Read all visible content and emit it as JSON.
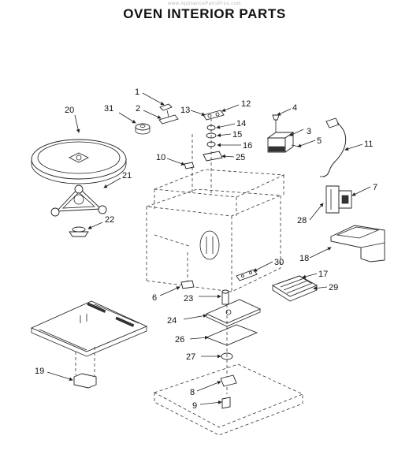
{
  "watermark": "www.AppliancePartsPros.com",
  "title": "OVEN INTERIOR PARTS",
  "callouts": [
    "1",
    "2",
    "3",
    "4",
    "5",
    "6",
    "7",
    "8",
    "9",
    "10",
    "11",
    "12",
    "13",
    "14",
    "15",
    "16",
    "17",
    "18",
    "19",
    "20",
    "21",
    "22",
    "23",
    "24",
    "25",
    "26",
    "27",
    "28",
    "29",
    "30",
    "31"
  ]
}
